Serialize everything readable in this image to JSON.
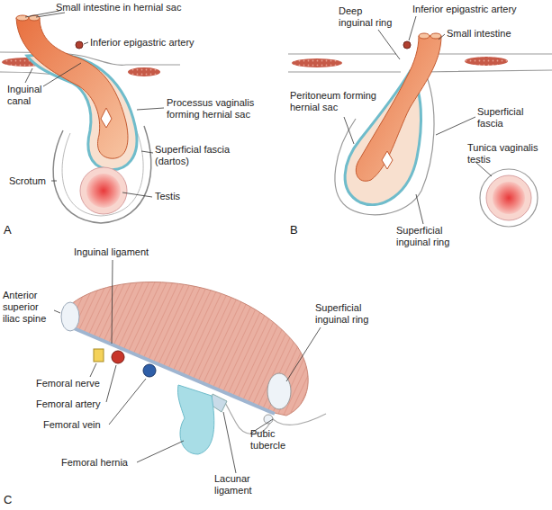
{
  "diagram": {
    "labels": [
      "Small intestine in hernial sac",
      "Inferior epigastric artery",
      "Inguinal canal",
      "Processus vaginalis forming hernial sac",
      "Superficial fascia (dartos)",
      "Scrotum",
      "Testis",
      "A",
      "Deep inguinal ring",
      "Inferior epigastric artery",
      "Small intestine",
      "Peritoneum forming hernial sac",
      "Superficial fascia",
      "Tunica vaginalis testis",
      "Superficial inguinal ring",
      "B",
      "Inguinal ligament",
      "Anterior superior iliac spine",
      "Superficial inguinal ring",
      "Femoral nerve",
      "Femoral artery",
      "Femoral vein",
      "Femoral hernia",
      "Pubic tubercle",
      "Lacunar ligament",
      "C"
    ]
  }
}
